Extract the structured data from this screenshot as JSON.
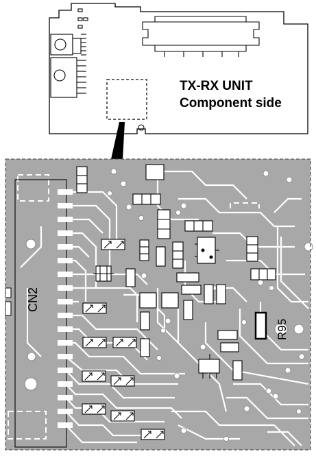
{
  "unit": {
    "title": "TX-RX UNIT",
    "subtitle": "Component side"
  },
  "labels": {
    "connector": "CN2",
    "resistor": "R95"
  },
  "colors": {
    "board": "#a8a8a8",
    "trace": "#ffffff",
    "outline": "#000000",
    "component": "#ffffff"
  }
}
